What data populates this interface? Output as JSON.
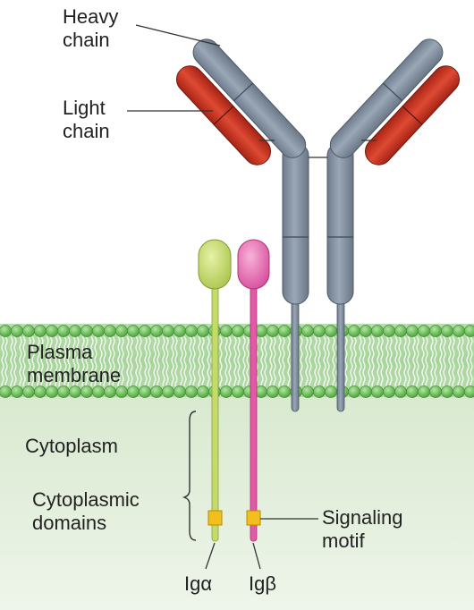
{
  "labels": {
    "heavy_chain": [
      "Heavy",
      "chain"
    ],
    "light_chain": [
      "Light",
      "chain"
    ],
    "plasma_membrane": [
      "Plasma",
      "membrane"
    ],
    "cytoplasm": "Cytoplasm",
    "cytoplasmic_domains": [
      "Cytoplasmic",
      "domains"
    ],
    "signaling_motif": [
      "Signaling",
      "motif"
    ],
    "ig_alpha": "Igα",
    "ig_beta": "Igβ"
  },
  "colors": {
    "heavy_chain": "#7d8b9c",
    "light_chain": "#c8321f",
    "ig_alpha": "#c5db68",
    "ig_beta": "#e05aa6",
    "signaling_motif": "#f2c01e",
    "membrane_head": "#7fc76f",
    "cytoplasm": "#e6f0df"
  }
}
